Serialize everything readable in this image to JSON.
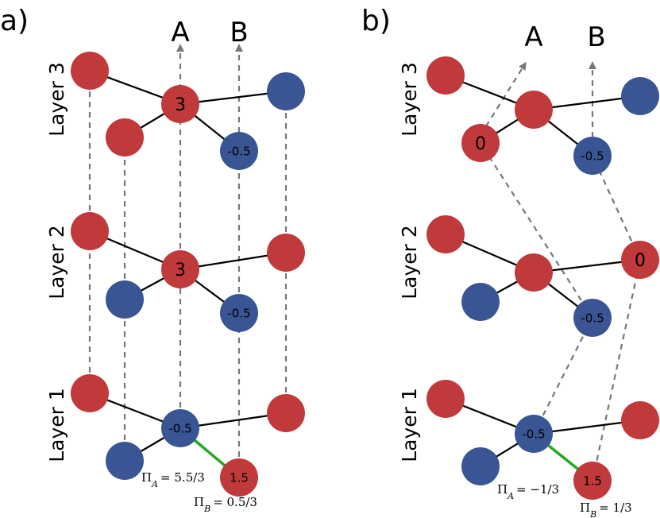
{
  "colors": {
    "red_node": "#c0393b",
    "blue_node": "#3a5593",
    "edge": "#000000",
    "dashed": "#777777",
    "highlight_edge": "#22aa22"
  },
  "panels": [
    {
      "label": "a)",
      "arrow_labels": [
        "A",
        "B"
      ],
      "layers": [
        {
          "name": "Layer 3",
          "nodes": [
            {
              "color": "red",
              "text": ""
            },
            {
              "color": "red",
              "text": ""
            },
            {
              "color": "red",
              "text": "3"
            },
            {
              "color": "blue",
              "text": "-0.5"
            },
            {
              "color": "blue",
              "text": ""
            }
          ]
        },
        {
          "name": "Layer 2",
          "nodes": [
            {
              "color": "red",
              "text": ""
            },
            {
              "color": "blue",
              "text": ""
            },
            {
              "color": "red",
              "text": "3"
            },
            {
              "color": "blue",
              "text": "-0.5"
            },
            {
              "color": "red",
              "text": ""
            }
          ]
        },
        {
          "name": "Layer 1",
          "nodes": [
            {
              "color": "red",
              "text": ""
            },
            {
              "color": "blue",
              "text": ""
            },
            {
              "color": "blue",
              "text": "-0.5"
            },
            {
              "color": "red",
              "text": "1.5"
            },
            {
              "color": "red",
              "text": ""
            }
          ]
        }
      ],
      "pi_a": "Π_A = 5.5/3",
      "pi_b": "Π_B = 0.5/3"
    },
    {
      "label": "b)",
      "arrow_labels": [
        "A",
        "B"
      ],
      "layers": [
        {
          "name": "Layer 3",
          "nodes": [
            {
              "color": "red",
              "text": ""
            },
            {
              "color": "red",
              "text": "0"
            },
            {
              "color": "red",
              "text": ""
            },
            {
              "color": "blue",
              "text": "-0.5"
            },
            {
              "color": "blue",
              "text": ""
            }
          ]
        },
        {
          "name": "Layer 2",
          "nodes": [
            {
              "color": "red",
              "text": ""
            },
            {
              "color": "blue",
              "text": ""
            },
            {
              "color": "red",
              "text": ""
            },
            {
              "color": "blue",
              "text": "-0.5"
            },
            {
              "color": "red",
              "text": "0"
            }
          ]
        },
        {
          "name": "Layer 1",
          "nodes": [
            {
              "color": "red",
              "text": ""
            },
            {
              "color": "blue",
              "text": ""
            },
            {
              "color": "blue",
              "text": "-0.5"
            },
            {
              "color": "red",
              "text": "1.5"
            },
            {
              "color": "red",
              "text": ""
            }
          ]
        }
      ],
      "pi_a": "Π_A = −1/3",
      "pi_b": "Π_B = 1/3"
    }
  ]
}
